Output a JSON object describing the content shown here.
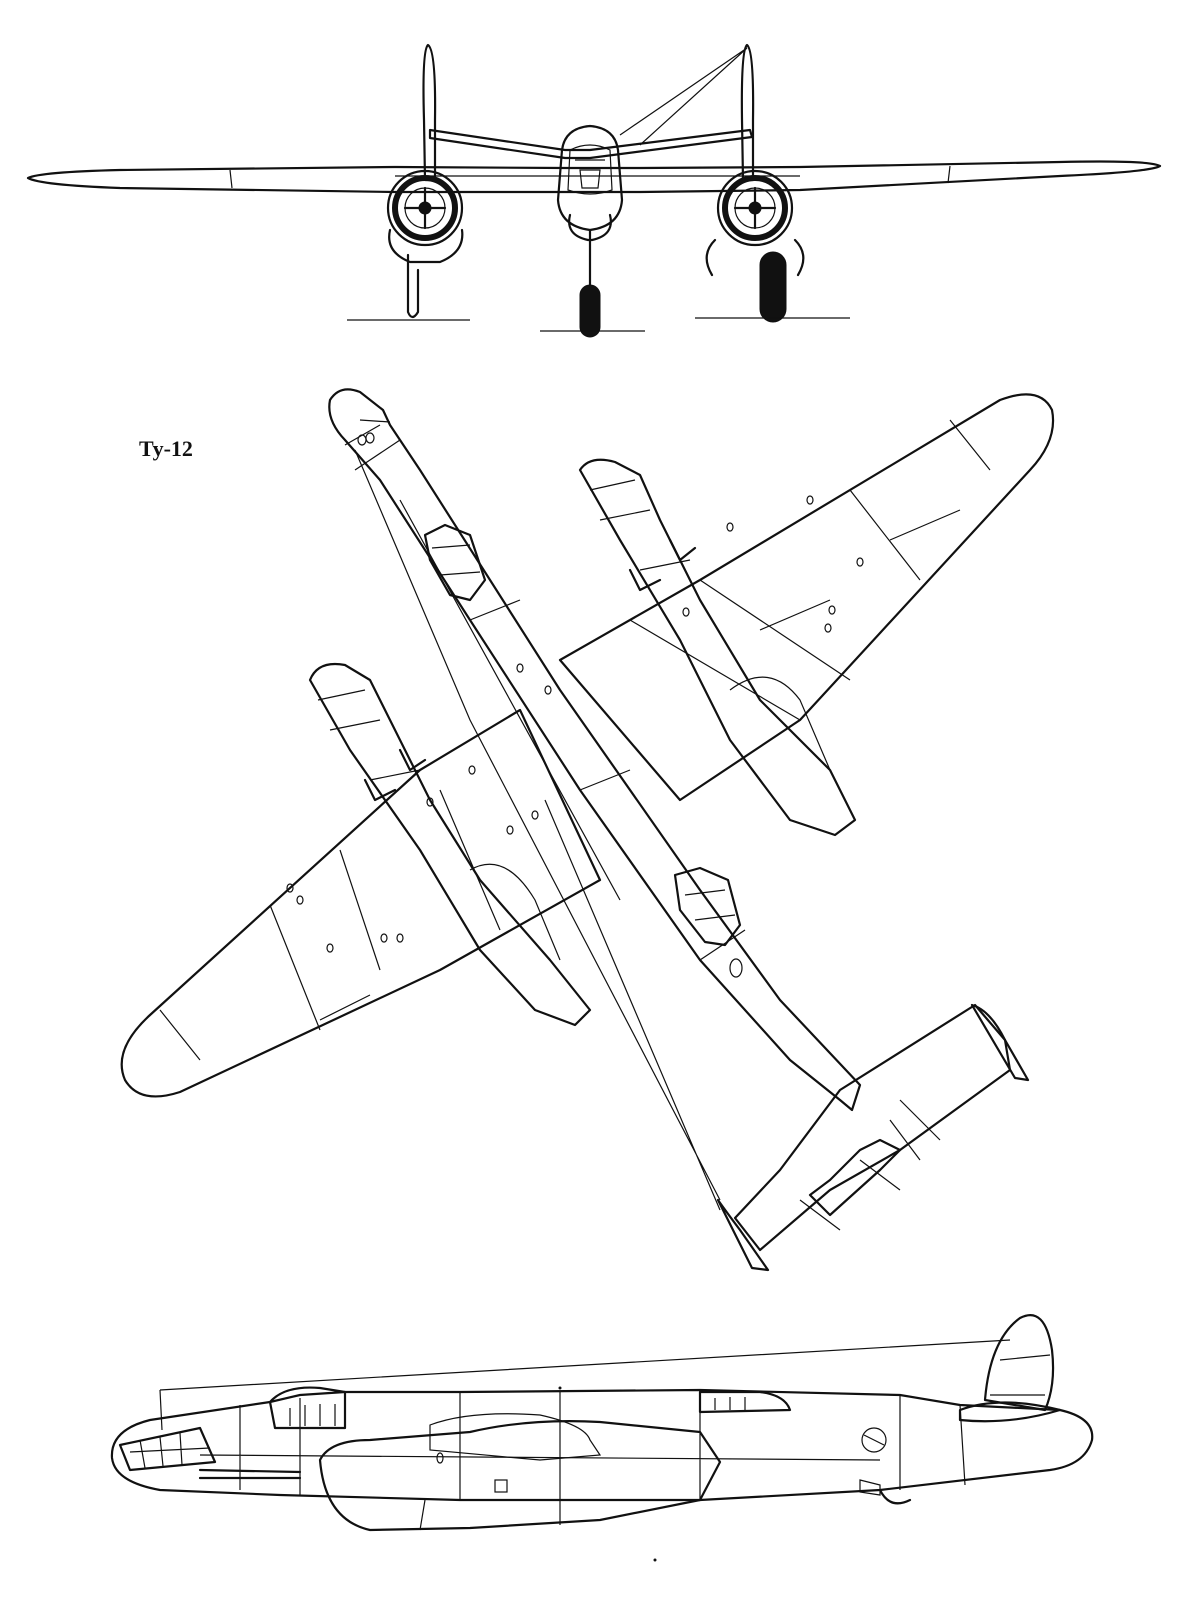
{
  "drawing": {
    "title": "Ту-12",
    "views": [
      "front-view",
      "plan-view",
      "side-view"
    ]
  }
}
